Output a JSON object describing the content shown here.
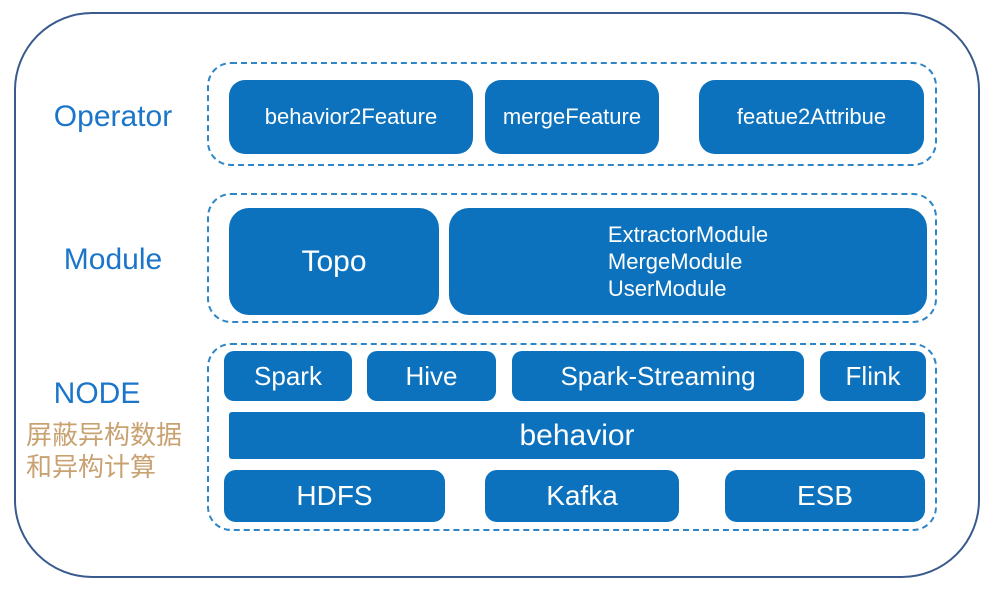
{
  "colors": {
    "box_fill": "#0d72bd",
    "box_text": "#ffffff",
    "dashed_border": "#2e86c8",
    "outer_border": "#3a5a8e",
    "rail_label_blue": "#1b76c9",
    "annotation_tan": "#c9a272",
    "background": "#ffffff"
  },
  "diagram": {
    "rows": [
      {
        "label": "Operator",
        "items": [
          {
            "label": "behavior2Feature"
          },
          {
            "label": "mergeFeature"
          },
          {
            "label": "featue2Attribue"
          }
        ]
      },
      {
        "label": "Module",
        "items": [
          {
            "label": "Topo"
          },
          {
            "lines": [
              "ExtractorModule",
              "MergeModule",
              "UserModule"
            ]
          }
        ]
      },
      {
        "label": "NODE",
        "note_lines": [
          "屏蔽异构数据",
          "和异构计算"
        ],
        "grid": {
          "row1": [
            "Spark",
            "Hive",
            "Spark-Streaming",
            "Flink"
          ],
          "row2": [
            "behavior"
          ],
          "row3": [
            "HDFS",
            "Kafka",
            "ESB"
          ]
        }
      }
    ]
  }
}
